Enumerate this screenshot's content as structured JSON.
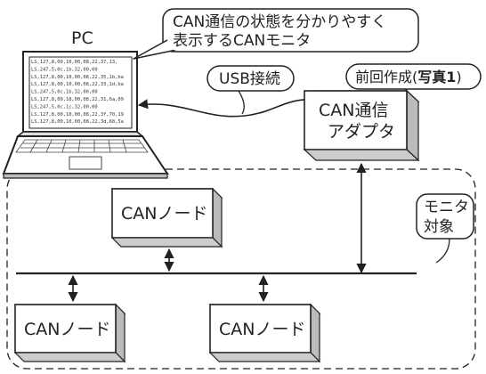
{
  "labels": {
    "pc": "PC",
    "monitor_callout_line1": "CAN通信の状態を分かりやすく",
    "monitor_callout_line2": "表示するCANモニタ",
    "usb": "USB接続",
    "prev_prefix": "前回作成(",
    "prev_bold": "写真1",
    "prev_suffix": ")",
    "adapter_line1": "CAN通信",
    "adapter_line2": "アダプタ",
    "target_line1": "モニタ",
    "target_line2": "対象",
    "node_top": "CANノード",
    "node_left": "CANノード",
    "node_right": "CANノード"
  },
  "screen_lines": [
    "LS,127,8,00,10,00,08,22,37,13,",
    "LS,247,5,0c,1b,32,00,00",
    "LS,127,8,00,10,00,08,22,35,1b,ba",
    "LS,127,8,00,10,00,08,22,33,1d,ba",
    "LS,247,5,0c,1b,32,00,00",
    "LS,127,8,00,10,00,08,22,31,6a,09",
    "LS,247,5,0c,1c,32,00,00",
    "LS,127,8,00,10,00,08,22,3f,70,19",
    "LS,127,8,00,10,00,08,22,3d,68,5a"
  ],
  "colors": {
    "line": "#222222",
    "shade": "#cccccc",
    "face": "#ffffff"
  }
}
